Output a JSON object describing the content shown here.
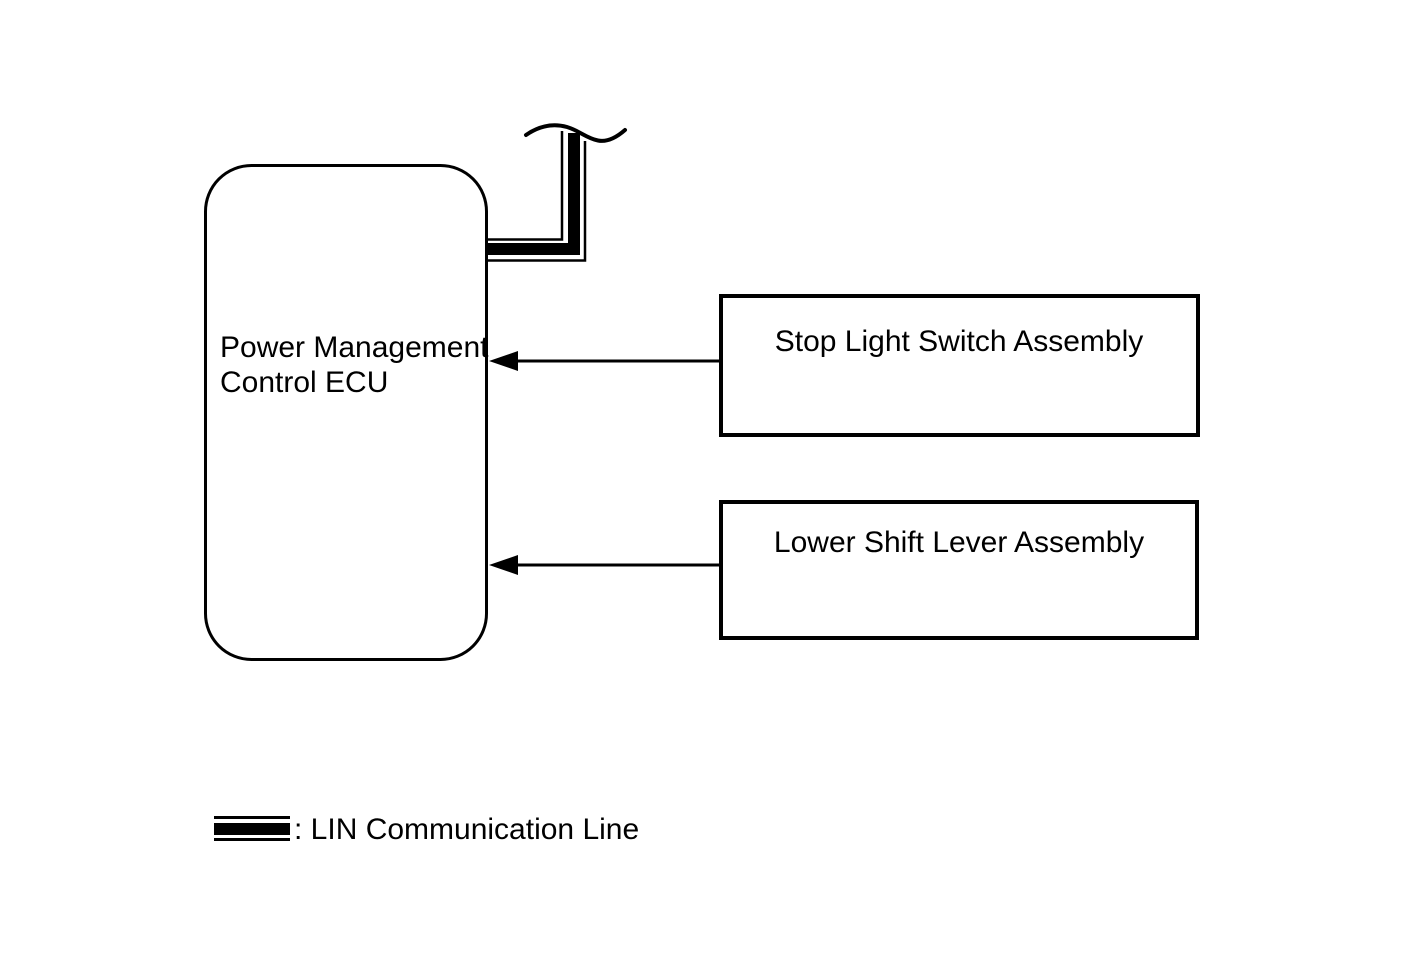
{
  "diagram": {
    "type": "system-block-diagram",
    "ecu": {
      "line1": "Power Management",
      "line2": "Control ECU"
    },
    "nodes": [
      {
        "label": "Stop Light Switch Assembly"
      },
      {
        "label": "Lower Shift Lever Assembly"
      }
    ],
    "connections": [
      {
        "from": "Stop Light Switch Assembly",
        "to": "Power Management Control ECU",
        "style": "arrow"
      },
      {
        "from": "Lower Shift Lever Assembly",
        "to": "Power Management Control ECU",
        "style": "arrow"
      },
      {
        "from": "Power Management Control ECU",
        "to": "off-page (wavy break)",
        "style": "lin-communication-line"
      }
    ],
    "legend": {
      "symbol": "lin-communication-line-symbol",
      "label": ": LIN Communication Line"
    },
    "colors": {
      "ink": "#000000",
      "background": "#ffffff"
    }
  }
}
